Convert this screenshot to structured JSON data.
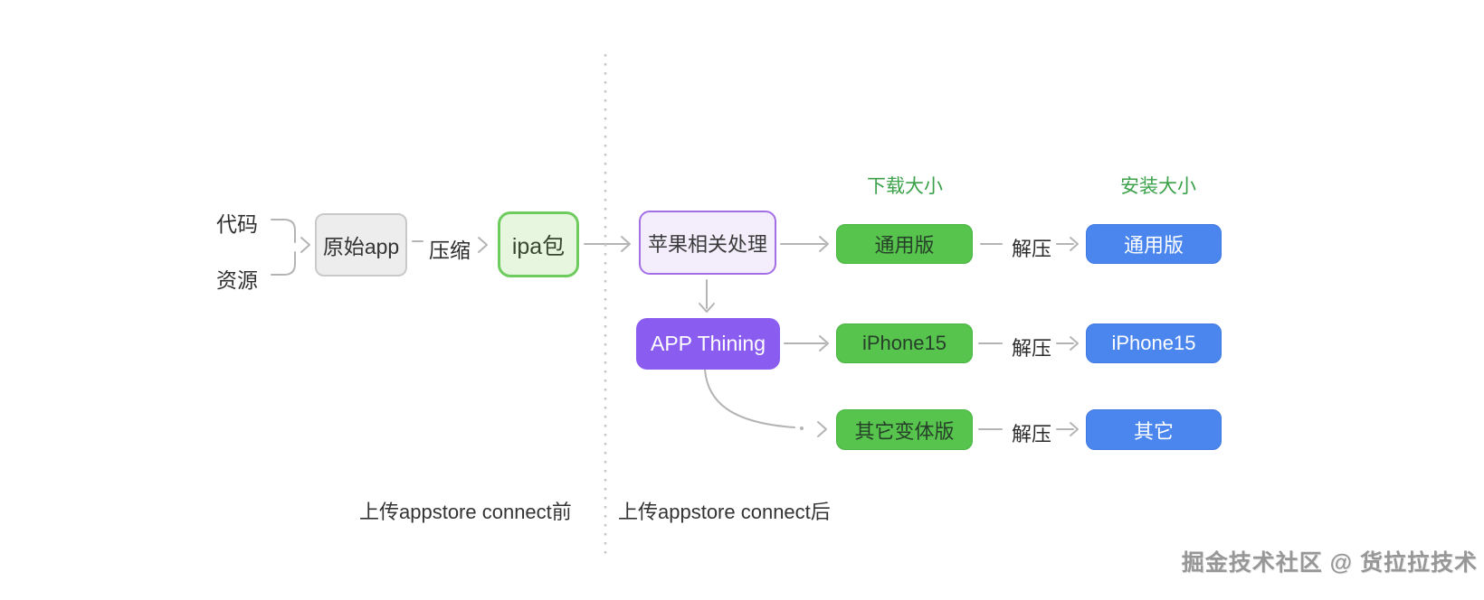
{
  "diagram": {
    "inputs": {
      "code": "代码",
      "resources": "资源"
    },
    "nodes": {
      "original_app": "原始app",
      "ipa_package": "ipa包",
      "apple_processing": "苹果相关处理",
      "app_thinning": "APP Thining"
    },
    "edge_labels": {
      "compress": "压缩",
      "unzip": "解压"
    },
    "column_headers": {
      "download_size": "下载大小",
      "install_size": "安装大小"
    },
    "rows": [
      {
        "download": "通用版",
        "install": "通用版"
      },
      {
        "download": "iPhone15",
        "install": "iPhone15"
      },
      {
        "download": "其它变体版",
        "install": "其它"
      }
    ],
    "captions": {
      "before": "上传appstore connect前",
      "after": "上传appstore connect后"
    },
    "watermark": "掘金技术社区 @ 货拉拉技术",
    "colors": {
      "green_box": "#57c44d",
      "blue_box": "#4a86ee",
      "purple_solid": "#8b5cf0",
      "purple_light_bg": "#f3edfc",
      "purple_border": "#a46ee6",
      "ipa_bg": "#e7f7df",
      "ipa_border": "#6ecc5f",
      "gray_box_bg": "#ededed",
      "gray_box_border": "#c9c9c9",
      "header_green": "#3ba24a",
      "connector_gray": "#b4b4b4"
    }
  }
}
